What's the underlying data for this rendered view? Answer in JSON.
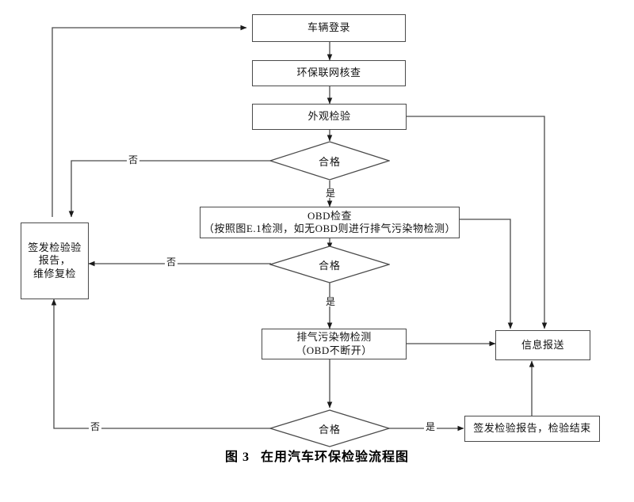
{
  "figure": {
    "caption_number": "图 3",
    "caption_title": "在用汽车环保检验流程图"
  },
  "nodes": {
    "vehicle_login": {
      "label": "车辆登录"
    },
    "env_network_check": {
      "label": "环保联网核查"
    },
    "appearance_inspection": {
      "label": "外观检验"
    },
    "decision_appearance": {
      "label": "合格"
    },
    "obd_check": {
      "line1": "OBD检查",
      "line2": "（按照图E.1检测，如无OBD则进行排气污染物检测）"
    },
    "decision_obd": {
      "label": "合格"
    },
    "emission_test": {
      "line1": "排气污染物检测",
      "line2": "（OBD不断开）"
    },
    "decision_emission": {
      "label": "合格"
    },
    "issue_report_repair": {
      "line1": "签发检验验",
      "line2": "报告，",
      "line3": "维修复检"
    },
    "info_report": {
      "label": "信息报送"
    },
    "issue_report_end": {
      "label": "签发检验报告，检验结束"
    }
  },
  "edge_labels": {
    "appearance_no": "否",
    "appearance_yes": "是",
    "obd_no": "否",
    "obd_yes": "是",
    "emission_no": "否",
    "emission_yes": "是"
  },
  "colors": {
    "stroke": "#4a4a4a",
    "arrow": "#1a1a1a",
    "background": "#ffffff",
    "text": "#111111"
  }
}
